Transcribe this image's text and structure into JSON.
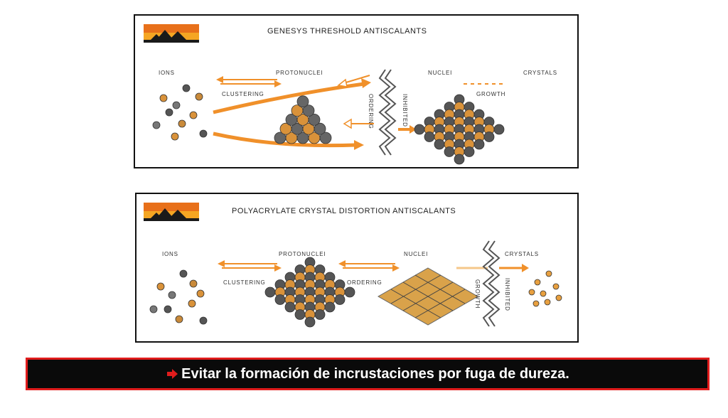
{
  "colors": {
    "accent": "#f0902a",
    "banner_bg": "#0a0a0a",
    "banner_border": "#e01c1c",
    "banner_text": "#ffffff"
  },
  "panel1": {
    "title": "GENESYS THRESHOLD ANTISCALANTS",
    "labels": {
      "ions": "IONS",
      "protonuclei": "PROTONUCLEI",
      "clustering": "CLUSTERING",
      "ordering": "ORDERING",
      "inhibited": "INHIBITED",
      "nuclei": "NUCLEI",
      "growth": "GROWTH",
      "crystals": "CRYSTALS"
    }
  },
  "panel2": {
    "title": "POLYACRYLATE CRYSTAL DISTORTION ANTISCALANTS",
    "labels": {
      "ions": "IONS",
      "protonuclei": "PROTONUCLEI",
      "clustering": "CLUSTERING",
      "nuclei": "NUCLEI",
      "ordering": "ORDERING",
      "growth": "GROWTH",
      "inhibited": "INHIBITED",
      "crystals": "CRYSTALS"
    }
  },
  "banner": {
    "text": "Evitar la formación de incrustaciones por fuga de dureza.",
    "icon": "red-arrow-icon"
  }
}
